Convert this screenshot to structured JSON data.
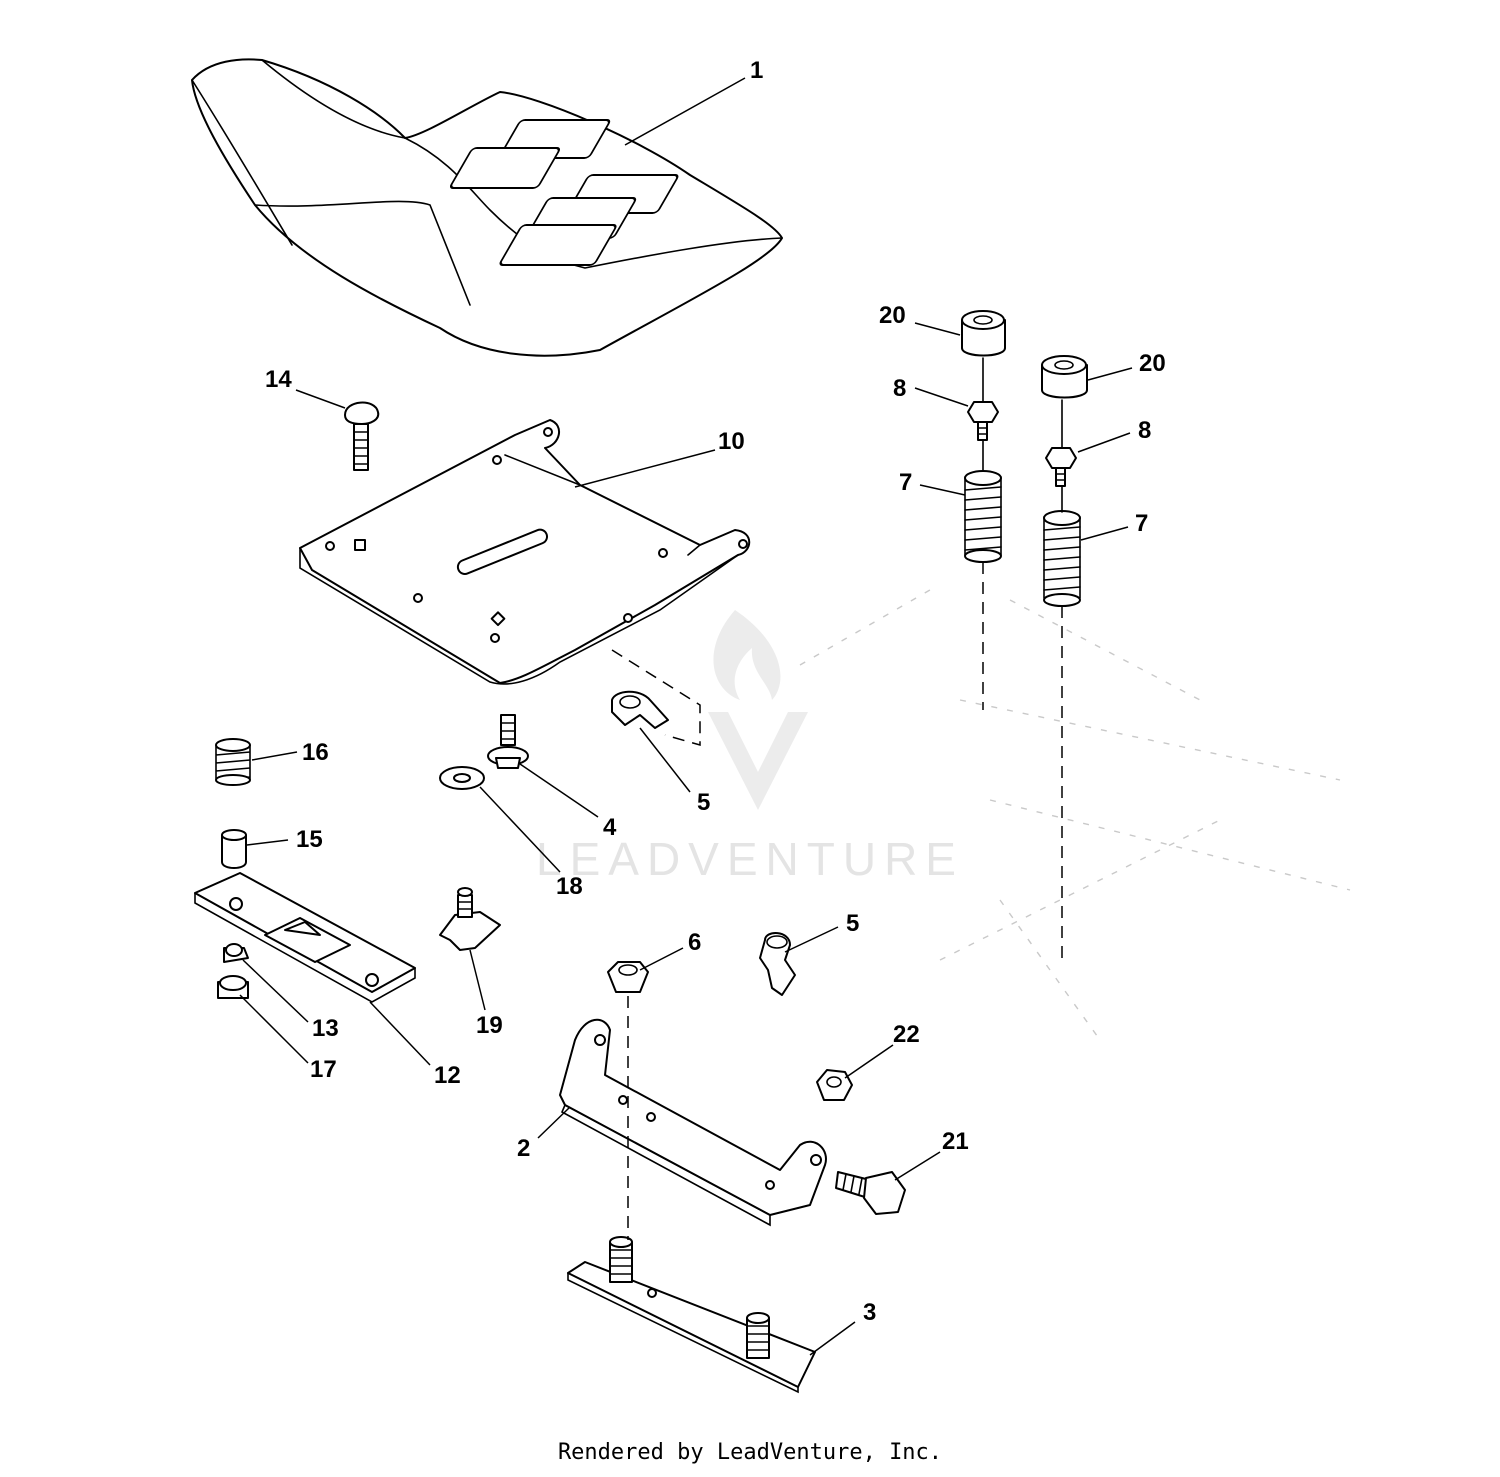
{
  "diagram": {
    "callouts": {
      "c1": "1",
      "c2": "2",
      "c3": "3",
      "c4": "4",
      "c5a": "5",
      "c5b": "5",
      "c6": "6",
      "c7a": "7",
      "c7b": "7",
      "c8a": "8",
      "c8b": "8",
      "c10": "10",
      "c12": "12",
      "c13": "13",
      "c14": "14",
      "c15": "15",
      "c16": "16",
      "c17": "17",
      "c18": "18",
      "c19": "19",
      "c20a": "20",
      "c20b": "20",
      "c21": "21",
      "c22": "22"
    },
    "watermark": {
      "text": "LEADVENTURE",
      "icon": "flame-v-logo-icon"
    }
  },
  "footer": {
    "text": "Rendered by LeadVenture, Inc."
  }
}
